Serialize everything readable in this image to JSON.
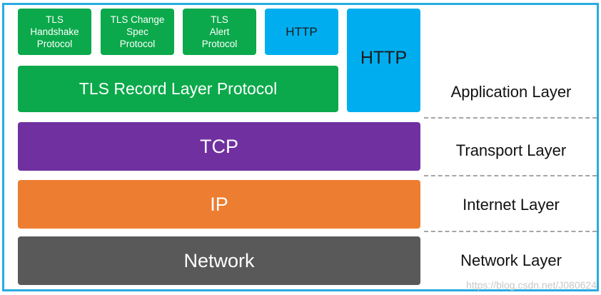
{
  "stack": {
    "tls_handshake": "TLS\nHandshake\nProtocol",
    "tls_change_spec": "TLS Change\nSpec\nProtocol",
    "tls_alert": "TLS\nAlert\nProtocol",
    "http_small": "HTTP",
    "http_big": "HTTP",
    "tls_record": "TLS Record Layer Protocol",
    "tcp": "TCP",
    "ip": "IP",
    "network": "Network"
  },
  "layers": {
    "application": "Application Layer",
    "transport": "Transport Layer",
    "internet": "Internet Layer",
    "network": "Network Layer"
  },
  "watermark": "https://blog.csdn.net/J080624",
  "colors": {
    "border": "#29abe2",
    "tls": "#0ba94b",
    "http": "#00aeef",
    "tcp": "#7030a0",
    "ip": "#ed7d31",
    "network": "#595959"
  }
}
